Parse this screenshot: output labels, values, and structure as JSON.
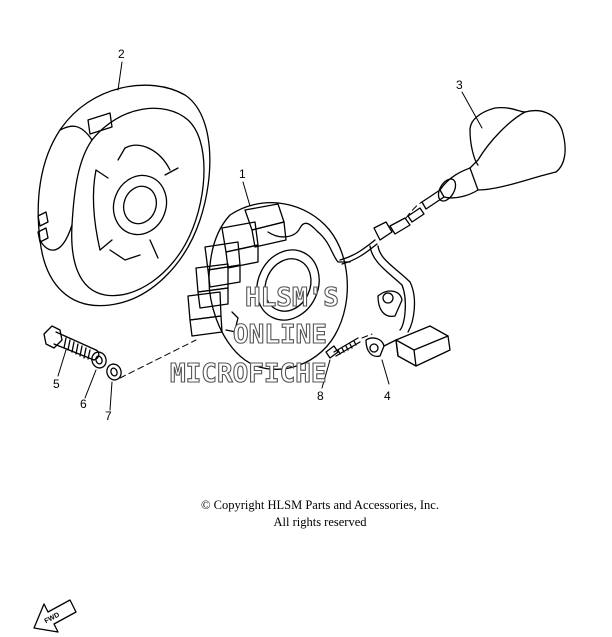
{
  "parts": [
    {
      "number": "1",
      "name_key": "stator"
    },
    {
      "number": "2",
      "name_key": "rotor"
    },
    {
      "number": "3",
      "name_key": "grommet"
    },
    {
      "number": "4",
      "name_key": "pickup-coil"
    },
    {
      "number": "5",
      "name_key": "bolt"
    },
    {
      "number": "6",
      "name_key": "washer"
    },
    {
      "number": "7",
      "name_key": "washer"
    },
    {
      "number": "8",
      "name_key": "screw"
    }
  ],
  "watermark": {
    "line1": "HLSM'S",
    "line2": "ONLINE",
    "line3": "MICROFICHE"
  },
  "copyright": {
    "line1": "© Copyright HLSM Parts and Accessories, Inc.",
    "line2": "All rights reserved"
  },
  "fwd_label": "FWD"
}
